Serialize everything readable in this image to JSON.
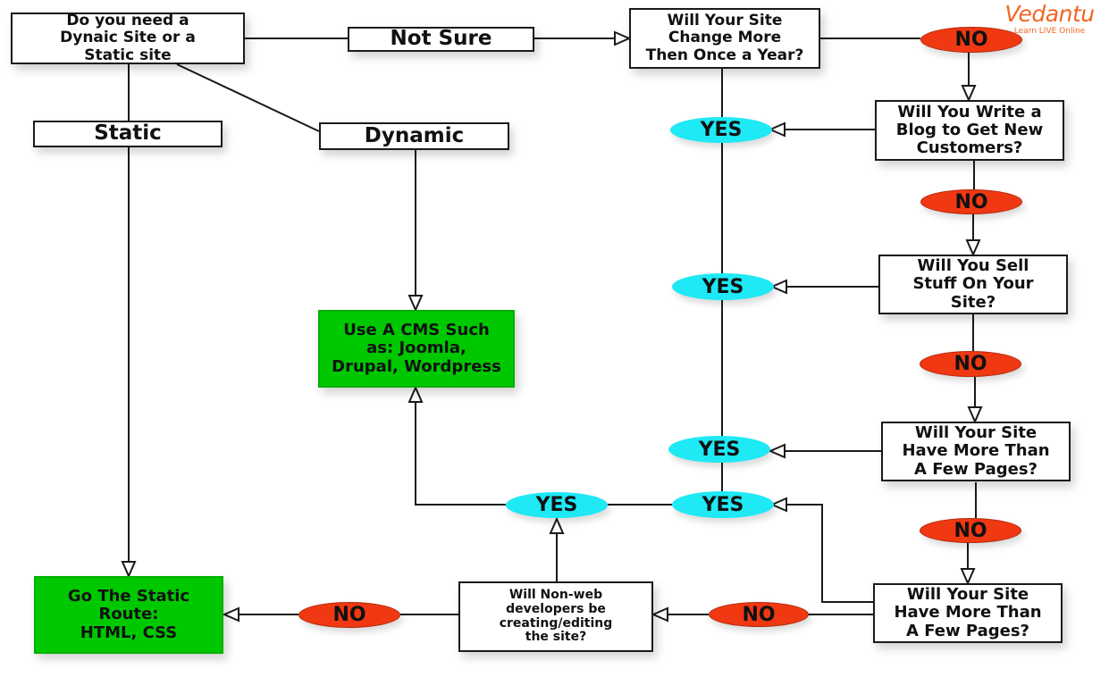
{
  "diagram": {
    "title": "Dynamic vs Static website decision flowchart",
    "colors": {
      "line": "#1a1a1a",
      "yes_fill": "#1ee9f5",
      "no_fill": "#f03812",
      "terminal_fill": "#00c800",
      "box_fill": "#ffffff",
      "brand": "#f26522"
    },
    "logo": {
      "brand": "Vedantu",
      "tagline": "Learn LIVE Online"
    },
    "nodes": {
      "start": "Do you need a\nDynaic Site or a\nStatic site",
      "not_sure": "Not Sure",
      "static": "Static",
      "dynamic": "Dynamic",
      "q_change": "Will Your Site\nChange More\nThen Once a Year?",
      "q_blog": "Will You Write a\nBlog to Get New\nCustomers?",
      "q_sell": "Will You Sell\nStuff On Your\nSite?",
      "q_pages_1": "Will Your Site\nHave More Than\nA Few Pages?",
      "q_pages_2": "Will Your Site\nHave More Than\nA Few Pages?",
      "q_nonweb": "Will Non-web\ndevelopers be\ncreating/editing\nthe site?",
      "cms": "Use A CMS Such\nas: Joomla,\nDrupal, Wordpress",
      "static_route": "Go The Static\nRoute:\nHTML, CSS"
    },
    "answers": {
      "yes": "YES",
      "no": "NO"
    },
    "edges": [
      {
        "from": "start",
        "to": "static",
        "label": ""
      },
      {
        "from": "start",
        "to": "dynamic",
        "label": ""
      },
      {
        "from": "start",
        "to": "not_sure",
        "label": ""
      },
      {
        "from": "not_sure",
        "to": "q_change",
        "label": ""
      },
      {
        "from": "q_change",
        "to": "q_blog",
        "label": "NO"
      },
      {
        "from": "q_change",
        "to": "q_nonweb_yes",
        "label": "YES"
      },
      {
        "from": "q_blog",
        "to": "q_sell",
        "label": "NO"
      },
      {
        "from": "q_blog",
        "to": "yes_trunk",
        "label": "YES"
      },
      {
        "from": "q_sell",
        "to": "q_pages_1",
        "label": "NO"
      },
      {
        "from": "q_sell",
        "to": "yes_trunk",
        "label": "YES"
      },
      {
        "from": "q_pages_1",
        "to": "q_pages_2",
        "label": "NO"
      },
      {
        "from": "q_pages_1",
        "to": "yes_trunk",
        "label": "YES"
      },
      {
        "from": "q_pages_2",
        "to": "yes_trunk",
        "label": "YES"
      },
      {
        "from": "q_pages_2",
        "to": "q_nonweb",
        "label": "NO"
      },
      {
        "from": "q_nonweb",
        "to": "cms",
        "label": "YES"
      },
      {
        "from": "q_nonweb",
        "to": "static_route",
        "label": "NO"
      },
      {
        "from": "yes_trunk",
        "to": "cms",
        "label": "YES"
      },
      {
        "from": "dynamic",
        "to": "cms",
        "label": ""
      },
      {
        "from": "static",
        "to": "static_route",
        "label": ""
      }
    ]
  }
}
